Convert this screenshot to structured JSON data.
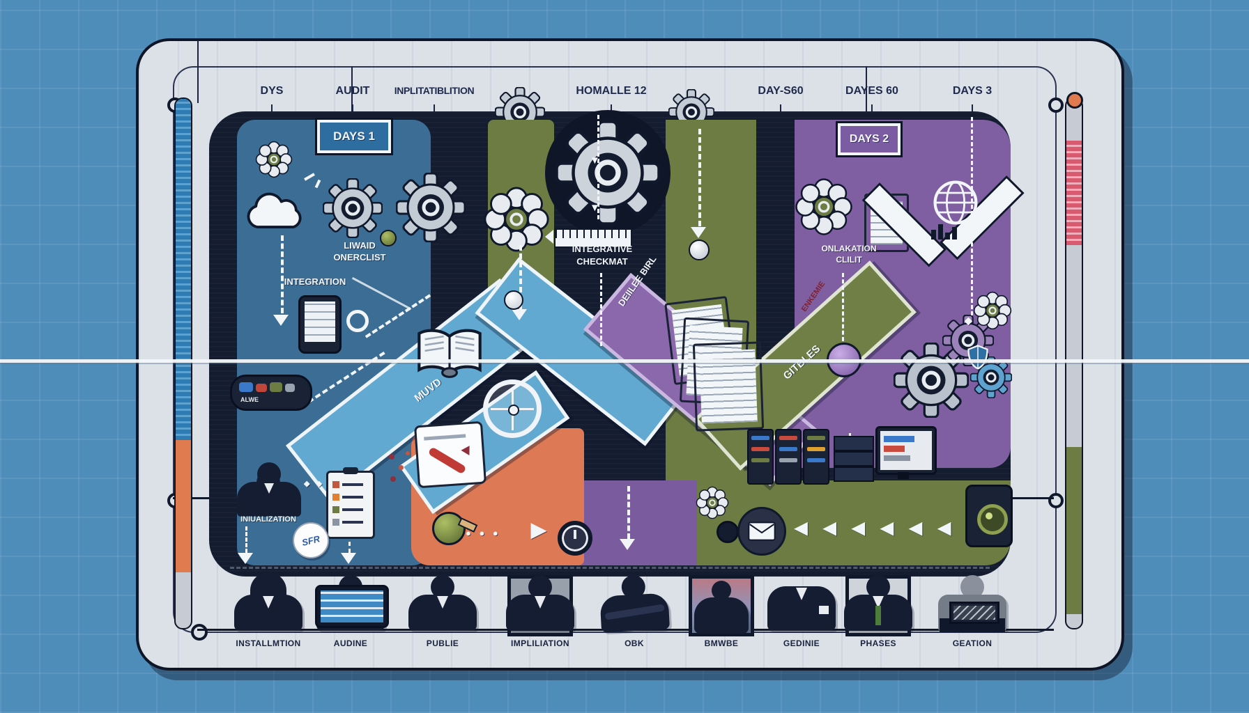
{
  "colors": {
    "background": "#4e8dba",
    "board": "#dce1e7",
    "board_border": "#0d1526",
    "panel_dark": "#141c30",
    "panel_blue": "#3b6d95",
    "chevron_blue": "#61a9d0",
    "olive": "#6d7c43",
    "purple_panel": "#7f5fa2",
    "purple_band": "#8a68ab",
    "orange_band": "#dd7a55",
    "slider_blue": "#2f7cb4",
    "slider_orange": "#e07b50",
    "slider_red": "#d95a6e",
    "navy_text": "#1d2a4c",
    "white": "#f3f6f9"
  },
  "top_labels": [
    {
      "label": "DYS"
    },
    {
      "label": "AUDIT"
    },
    {
      "label": "INPLITATIBLITION"
    },
    {
      "label": "HOMALLE 12"
    },
    {
      "label": "DAY-S60"
    },
    {
      "label": "DAYES 60"
    },
    {
      "label": "DAYS 3"
    }
  ],
  "day_boxes": {
    "day1": "DAYS 1",
    "day2": "DAYS 2"
  },
  "texts": {
    "liwaid_line1": "LIWAID",
    "liwaid_line2": "ONERCLIST",
    "integration": "INTEGRATION",
    "initialization": "INIUALIZATION",
    "badge": "SFR",
    "chip": "ALWE",
    "integrative_line1": "INTEGRATIVE",
    "integrative_line2": "CHECKMAT",
    "deploy_rotated": "DEIILEE BIRL",
    "muvd": "MUVD",
    "gitbles": "GITBLES",
    "enkemie": "ENKEMIE",
    "onlakation_line1": "ONLAKATION",
    "onlakation_line2": "CLILIT"
  },
  "people": [
    {
      "label": "INSTALLMTION"
    },
    {
      "label": "AUDINE"
    },
    {
      "label": "PUBLIE"
    },
    {
      "label": "IMPLILIATION"
    },
    {
      "label": "OBK"
    },
    {
      "label": "BMWBE"
    },
    {
      "label": "GEDINIE"
    },
    {
      "label": "PHASES"
    },
    {
      "label": "GEATION"
    }
  ],
  "glyphs": {
    "down_triangle": "▼",
    "right_triangle": "▶",
    "left_train": "◀ ◀ ◀ ◀ ◀ ◀",
    "dot_trail": "● ● ●",
    "diamond_pair": "◆ ◆",
    "diamond": "◆"
  }
}
